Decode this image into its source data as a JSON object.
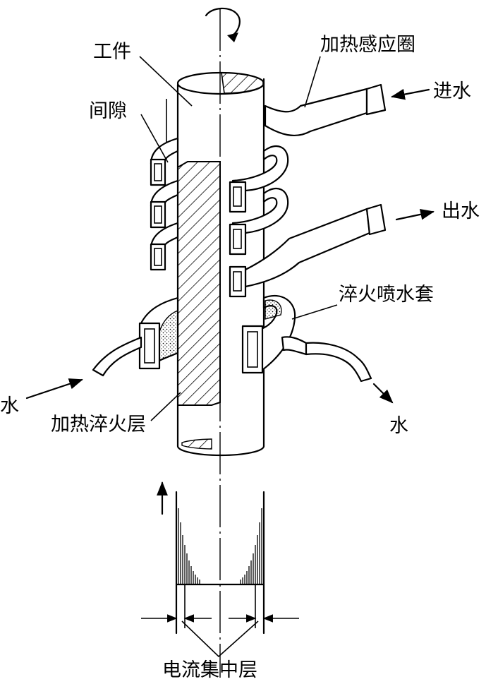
{
  "labels": {
    "workpiece": "工件",
    "gap": "间隙",
    "induction_coil": "加热感应圈",
    "water_in": "进水",
    "water_out": "出水",
    "quench_jacket": "淬火喷水套",
    "water_left": "水",
    "water_right": "水",
    "hardened_layer": "加热淬火层",
    "current_layer": "电流集中层"
  },
  "colors": {
    "stroke": "#000000",
    "background": "#ffffff"
  },
  "icons": {
    "rotation": "rotation-arrow-icon",
    "feed": "upward-feed-arrow-icon"
  }
}
